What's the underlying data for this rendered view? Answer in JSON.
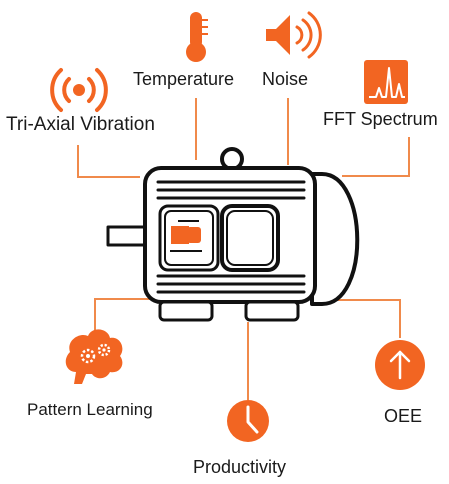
{
  "colors": {
    "accent": "#f26522",
    "line": "#f08a4b",
    "ink": "#111111",
    "text": "#1a1a1a"
  },
  "sensors": {
    "vibration": {
      "label": "Tri-Axial Vibration",
      "icon": "vibration-signal-icon"
    },
    "temperature": {
      "label": "Temperature",
      "icon": "thermometer-icon"
    },
    "noise": {
      "label": "Noise",
      "icon": "speaker-icon"
    },
    "fft": {
      "label": "FFT Spectrum",
      "icon": "spectrum-chart-icon"
    }
  },
  "outputs": {
    "pattern_learning": {
      "label": "Pattern Learning",
      "icon": "brain-gears-icon"
    },
    "productivity": {
      "label": "Productivity",
      "icon": "clock-icon"
    },
    "oee": {
      "label": "OEE",
      "icon": "up-arrow-icon"
    }
  },
  "motor": {
    "icon": "electric-motor-icon",
    "sensor_device": "sensor-device-icon"
  }
}
